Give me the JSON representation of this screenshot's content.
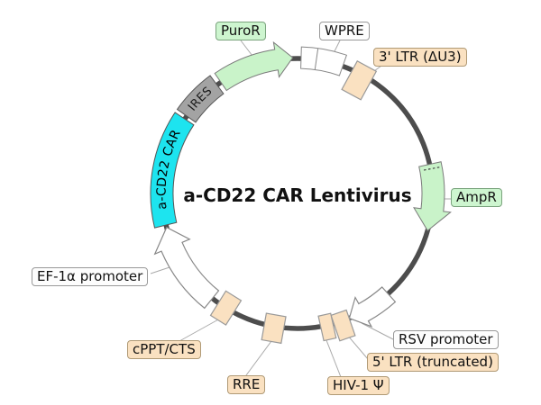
{
  "title": "a-CD22 CAR Lentivirus",
  "diagram": {
    "type": "circular plasmid map",
    "backbone_color": "#4d4d4d",
    "leader_line_color": "#aaaaaa",
    "features": {
      "car": {
        "label": "a-CD22 CAR",
        "shape": "arc-block",
        "fill": "#1de4ef"
      },
      "ires": {
        "label": "IRES",
        "shape": "arc-block",
        "fill": "#a3a3a3"
      },
      "puror": {
        "label": "PuroR",
        "shape": "arrow-clockwise",
        "fill": "#c9f3c9",
        "label_bg": "#cdf5cf"
      },
      "wpre": {
        "label": "WPRE",
        "shape": "arc-block",
        "fill": "#ffffff",
        "label_bg": "#fdfdfd"
      },
      "ltr3": {
        "label": "3' LTR (ΔU3)",
        "shape": "box",
        "fill": "#fae1c1",
        "label_bg": "#fae1c1"
      },
      "ampr": {
        "label": "AmpR",
        "shape": "arrow-clockwise",
        "fill": "#c9f3c9",
        "label_bg": "#cdf5cf"
      },
      "rsv": {
        "label": "RSV promoter",
        "shape": "arrow-clockwise",
        "fill": "#ffffff",
        "label_bg": "#fdfdfd"
      },
      "ltr5": {
        "label": "5' LTR (truncated)",
        "shape": "box",
        "fill": "#fae1c1",
        "label_bg": "#fae1c1"
      },
      "hiv": {
        "label": "HIV-1 Ψ",
        "shape": "box",
        "fill": "#fae1c1",
        "label_bg": "#fae1c1"
      },
      "rre": {
        "label": "RRE",
        "shape": "box",
        "fill": "#fae1c1",
        "label_bg": "#fae1c1"
      },
      "cppt": {
        "label": "cPPT/CTS",
        "shape": "box",
        "fill": "#fae1c1",
        "label_bg": "#fae1c1"
      },
      "ef1a": {
        "label": "EF-1α promoter",
        "shape": "arrow-clockwise",
        "fill": "#ffffff",
        "label_bg": "#fdfdfd"
      }
    }
  }
}
